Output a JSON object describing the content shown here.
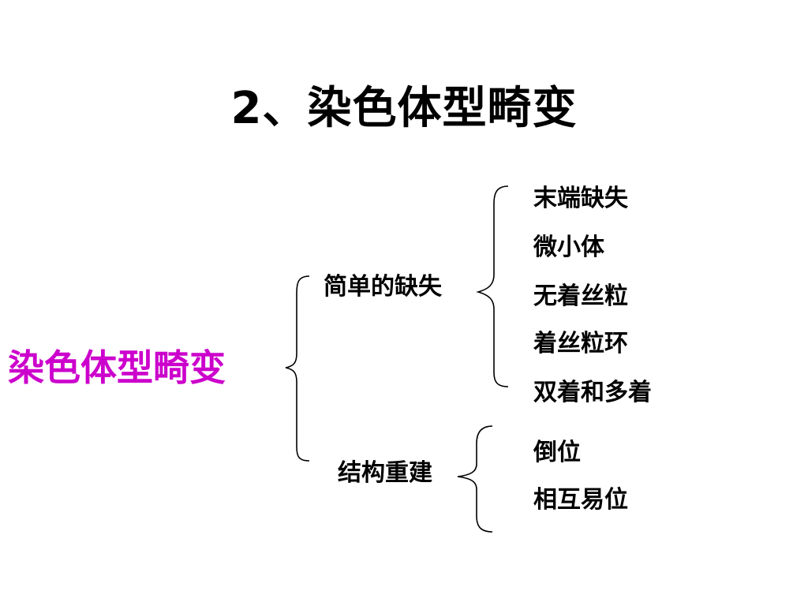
{
  "title": "2、染色体型畸变",
  "root": {
    "label": "染色体型畸变",
    "color": "#cc00cc"
  },
  "branches": [
    {
      "label": "简单的缺失",
      "items": [
        "末端缺失",
        "微小体",
        "无着丝粒",
        "着丝粒环",
        "双着和多着"
      ]
    },
    {
      "label": "结构重建",
      "items": [
        "倒位",
        "相互易位"
      ]
    }
  ]
}
